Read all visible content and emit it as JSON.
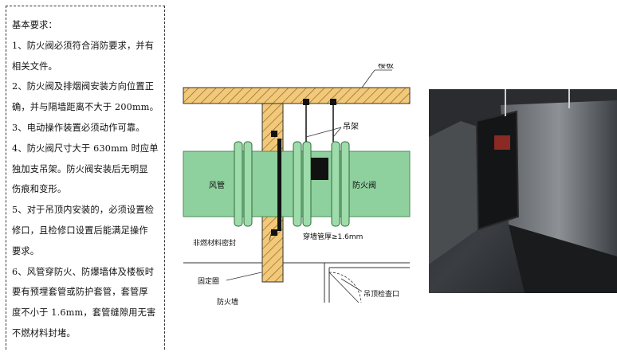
{
  "requirements": {
    "lines": [
      "基本要求：",
      "1、防火阀必须符合消防要求，并有",
      "相关文件。",
      "2、防火阀及排烟阀安装方向位置正",
      "确，并与隔墙距离不大于 200mm。",
      "3、电动操作装置必须动作可靠。",
      "4、防火阀尺寸大于 630mm 时应单",
      "独加支吊架。防火阀安装后无明显",
      "伤痕和变形。",
      "5、对于吊顶内安装的，必须设置检",
      "修口，且检修口设置后能满足操作",
      "要求。",
      "6、风管穿防火、防爆墙体及楼板时",
      "要有预埋套管或防护套管，套管厚",
      "度不小于 1.6mm，套管缝隙用无害",
      "不燃材料封堵。"
    ]
  },
  "diagram": {
    "labels": {
      "floor_slab": "楼板",
      "hanger": "吊架",
      "duct": "风管",
      "fire_damper": "防火阀",
      "sealing": "非燃材料密封",
      "sleeve_thickness": "穿墙管厚≥1.6mm",
      "fixing_ring": "固定圈",
      "fire_wall": "防火墙",
      "ceiling_access": "吊顶检查口"
    },
    "colors": {
      "duct_green": "#8fd19e",
      "slab_yellow": "#f2c879"
    }
  }
}
